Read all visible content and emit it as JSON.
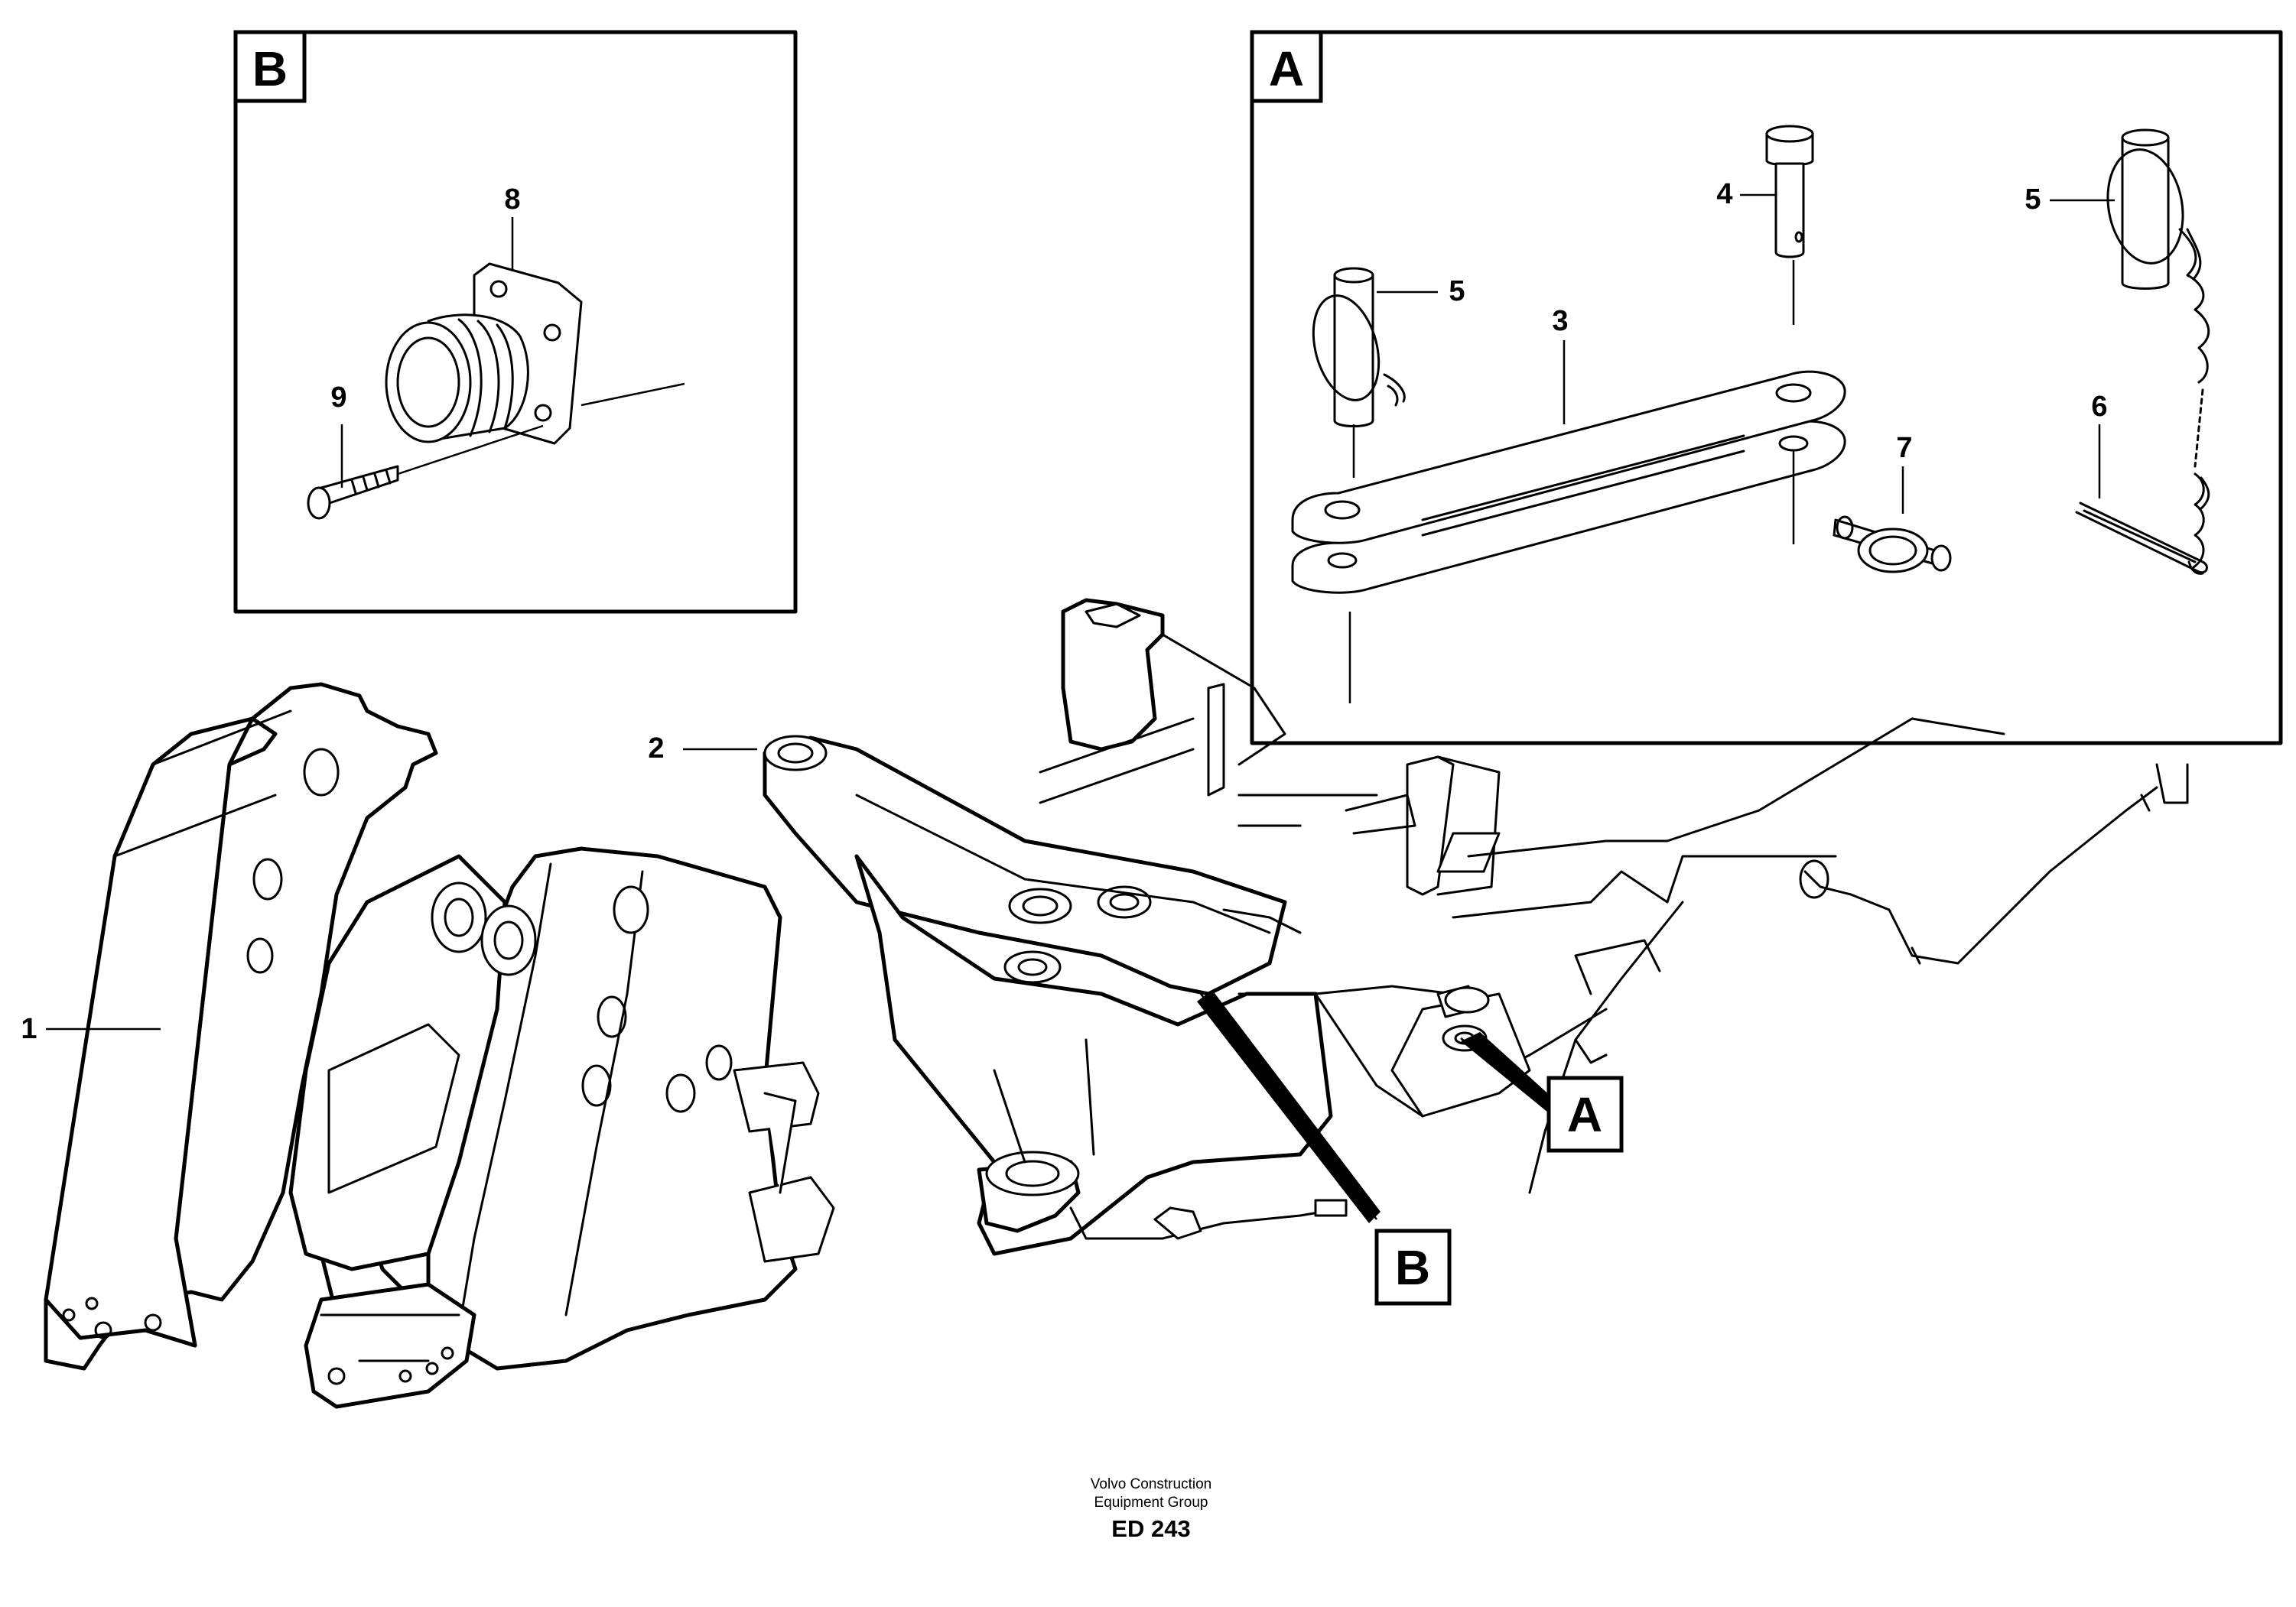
{
  "detail_boxes": {
    "b": {
      "letter": "B"
    },
    "a": {
      "letter": "A"
    }
  },
  "callouts": {
    "a": "A",
    "b": "B"
  },
  "part_numbers": {
    "p1": "1",
    "p2": "2",
    "p3": "3",
    "p4": "4",
    "p5_left": "5",
    "p5_right": "5",
    "p6": "6",
    "p7": "7",
    "p8": "8",
    "p9": "9"
  },
  "footer": {
    "line1": "Volvo Construction",
    "line2": "Equipment Group",
    "code": "ED 243"
  }
}
